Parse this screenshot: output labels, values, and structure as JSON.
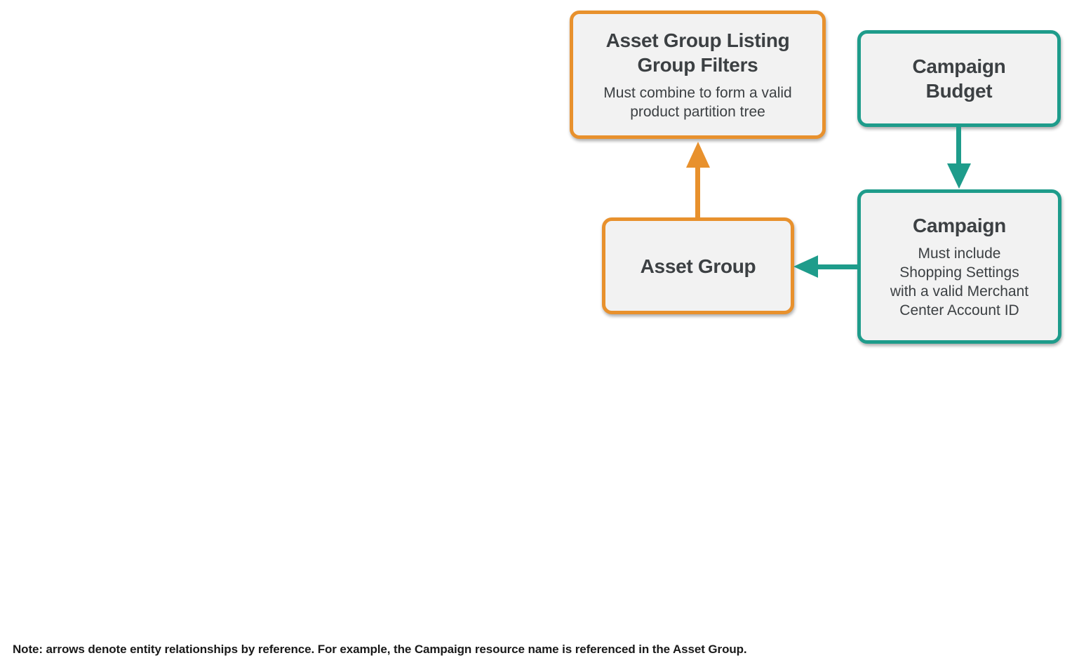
{
  "diagram": {
    "nodes": [
      {
        "id": "asset-group-listing-group-filters",
        "title": "Asset Group Listing\nGroup Filters",
        "subtitle": "Must combine to form a valid\nproduct partition tree",
        "border_color": "#E8912D"
      },
      {
        "id": "campaign-budget",
        "title": "Campaign\nBudget",
        "border_color": "#1E9C8B"
      },
      {
        "id": "asset-group",
        "title": "Asset Group",
        "border_color": "#E8912D"
      },
      {
        "id": "campaign",
        "title": "Campaign",
        "subtitle": "Must include\nShopping Settings\nwith a valid Merchant\nCenter Account ID",
        "border_color": "#1E9C8B"
      }
    ],
    "edges": [
      {
        "from": "asset-group",
        "to": "asset-group-listing-group-filters",
        "color": "#E8912D",
        "direction": "up"
      },
      {
        "from": "campaign-budget",
        "to": "campaign",
        "color": "#1E9C8B",
        "direction": "down"
      },
      {
        "from": "campaign",
        "to": "asset-group",
        "color": "#1E9C8B",
        "direction": "left"
      }
    ],
    "colors": {
      "orange": "#E8912D",
      "teal": "#1E9C8B",
      "box_fill": "#F2F2F2",
      "box_text": "#3C4043",
      "note_text": "#191919",
      "background": "#FFFFFF"
    },
    "note": "Note: arrows denote entity relationships by reference. For example, the Campaign resource name is referenced in the Asset Group."
  }
}
